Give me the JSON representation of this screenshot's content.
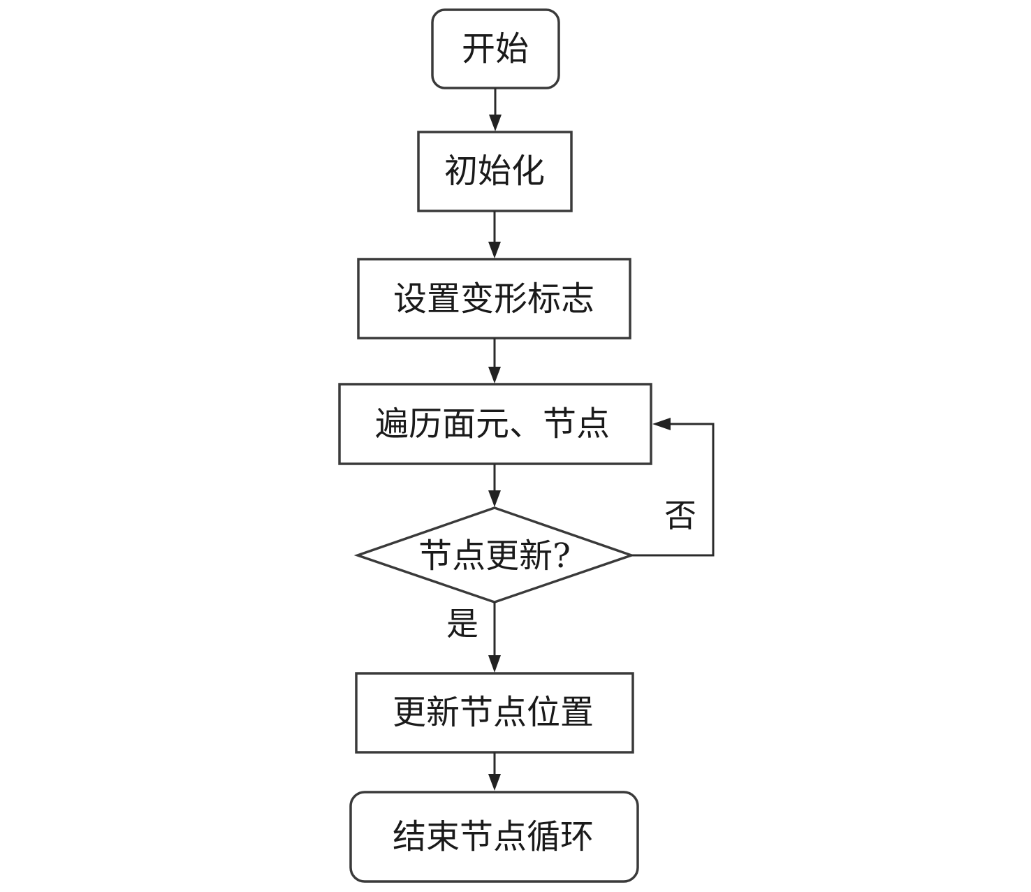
{
  "diagram": {
    "type": "flowchart",
    "nodes": {
      "start": {
        "label": "开始",
        "shape": "rounded-rect"
      },
      "init": {
        "label": "初始化",
        "shape": "rect"
      },
      "set_flag": {
        "label": "设置变形标志",
        "shape": "rect"
      },
      "traverse": {
        "label": "遍历面元、节点",
        "shape": "rect"
      },
      "decision": {
        "label": "节点更新?",
        "shape": "diamond"
      },
      "update": {
        "label": "更新节点位置",
        "shape": "rect"
      },
      "end": {
        "label": "结束节点循环",
        "shape": "rounded-rect"
      }
    },
    "edges": {
      "yes_label": "是",
      "no_label": "否"
    },
    "colors": {
      "stroke": "#3a3a3a",
      "text": "#1a1a1a",
      "background": "#ffffff"
    }
  }
}
